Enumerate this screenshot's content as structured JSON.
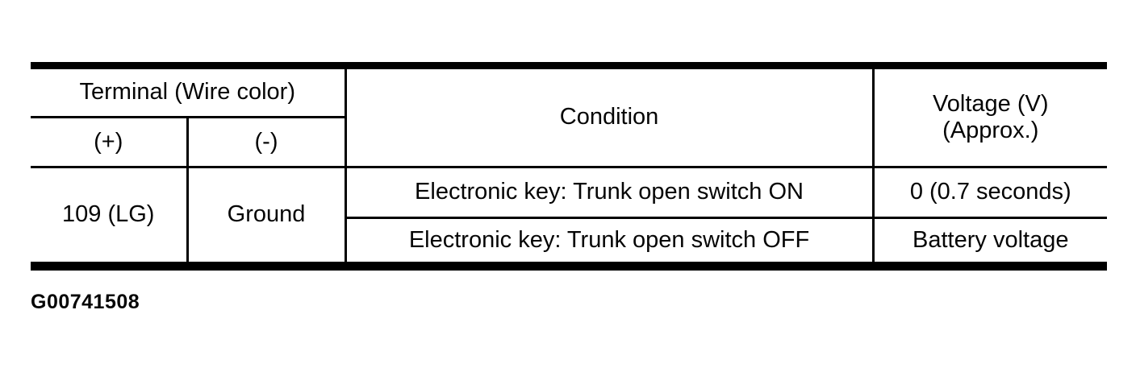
{
  "table": {
    "header": {
      "terminal": "Terminal (Wire color)",
      "plus": "(+)",
      "minus": "(-)",
      "condition": "Condition",
      "voltage_line1": "Voltage (V)",
      "voltage_line2": "(Approx.)"
    },
    "terminal_plus_value": "109 (LG)",
    "terminal_minus_value": "Ground",
    "rows": [
      {
        "condition": "Electronic key: Trunk open switch ON",
        "voltage": "0 (0.7 seconds)"
      },
      {
        "condition": "Electronic key: Trunk open switch OFF",
        "voltage": "Battery voltage"
      }
    ]
  },
  "figure_label": "G00741508",
  "colors": {
    "line": "#000000",
    "text": "#050505",
    "background": "#ffffff"
  }
}
